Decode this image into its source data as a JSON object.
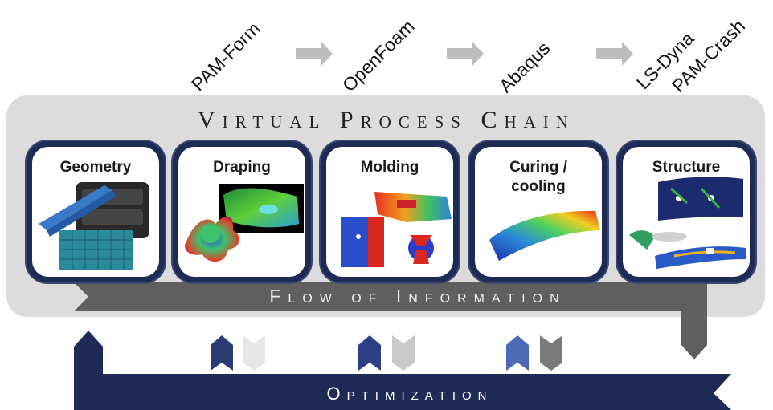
{
  "tools": [
    {
      "label": "PAM-Form"
    },
    {
      "label": "OpenFoam"
    },
    {
      "label": "Abaqus"
    },
    {
      "label": "LS-Dyna"
    },
    {
      "label": "PAM-Crash"
    }
  ],
  "title": "Virtual Process Chain",
  "steps": [
    {
      "label": "Geometry"
    },
    {
      "label": "Draping"
    },
    {
      "label": "Molding"
    },
    {
      "label": "Curing / cooling"
    },
    {
      "label": "Structure"
    }
  ],
  "flow_label": "Flow of Information",
  "optimization_label": "Optimization",
  "colors": {
    "panel": "#dcdcdc",
    "card_frame": "#1e2b55",
    "flow_bar": "#5f5f5f",
    "optimization_bar": "#1e2b55",
    "arrow_gray": "#bdbdbd"
  }
}
